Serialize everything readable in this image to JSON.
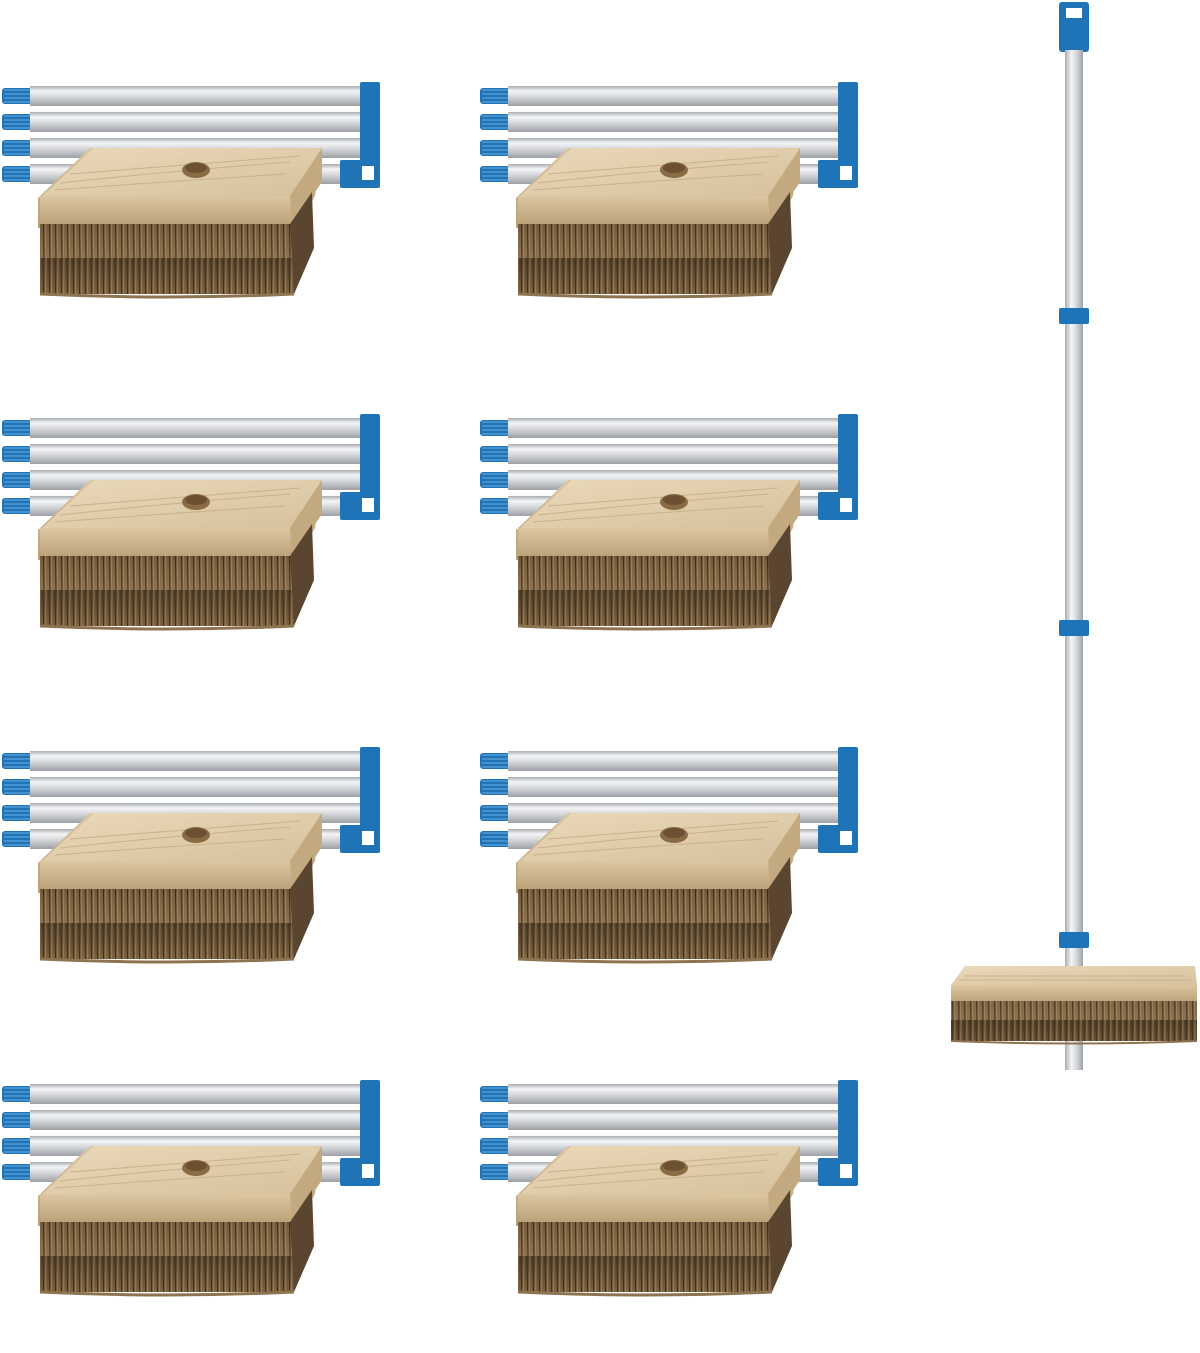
{
  "colors": {
    "background": "#ffffff",
    "pole_silver": "#d4d6d9",
    "pole_highlight": "#f4f5f6",
    "pole_shadow": "#a9adb2",
    "accent_blue": "#1f74b8",
    "wood_light": "#e4d3b4",
    "wood_dark": "#c7b08a",
    "bristle": "#6b5437"
  },
  "product": {
    "kits": [
      {
        "poles": 4,
        "brushes": 1
      },
      {
        "poles": 4,
        "brushes": 1
      },
      {
        "poles": 4,
        "brushes": 1
      },
      {
        "poles": 4,
        "brushes": 1
      },
      {
        "poles": 4,
        "brushes": 1
      },
      {
        "poles": 4,
        "brushes": 1
      },
      {
        "poles": 4,
        "brushes": 1
      },
      {
        "poles": 4,
        "brushes": 1
      }
    ],
    "assembled_broom": {
      "pole_sections": 4,
      "connector_color": "blue"
    }
  }
}
